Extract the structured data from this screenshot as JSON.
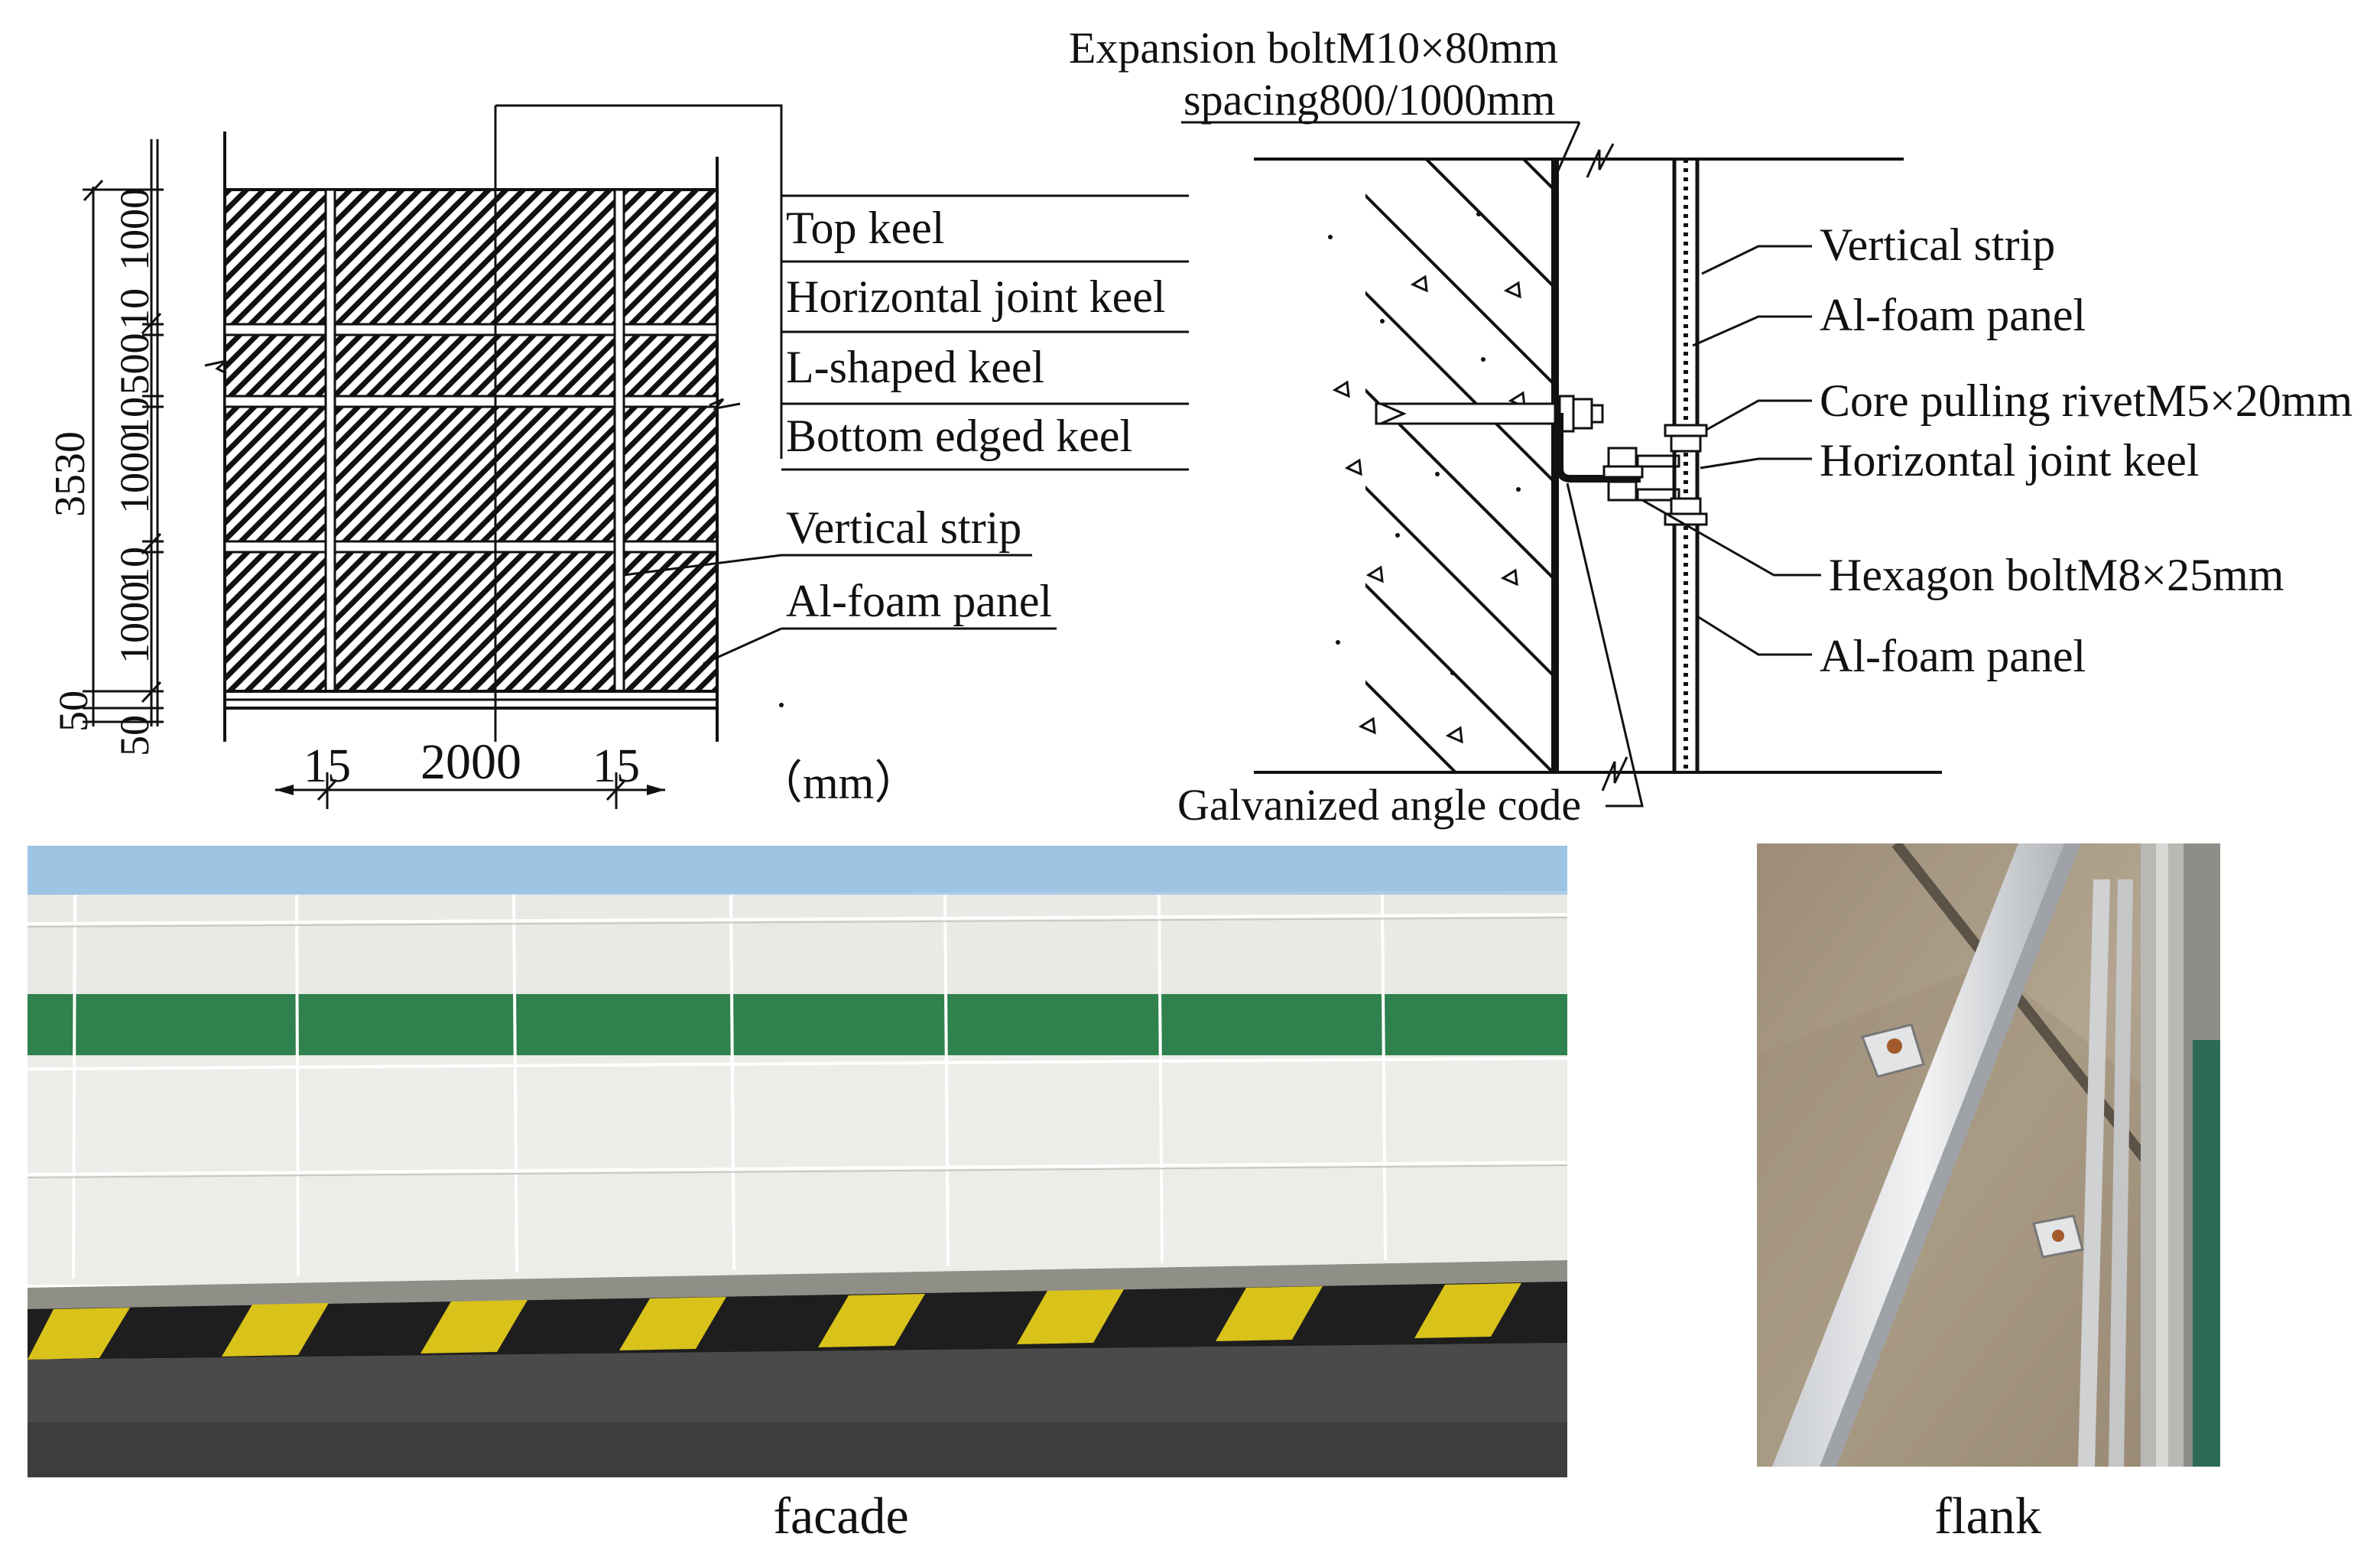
{
  "front_view": {
    "labels": {
      "top_keel": "Top keel",
      "horizontal_joint_keel": "Horizontal joint keel",
      "l_shaped_keel": "L-shaped keel",
      "bottom_edged_keel": "Bottom edged keel",
      "vertical_strip": "Vertical strip",
      "al_foam_panel": "Al-foam panel"
    },
    "dimensions": {
      "total_height": "3530",
      "left_stack": [
        "1000",
        "10",
        "500",
        "10",
        "1000",
        "10",
        "1000",
        "50",
        "50"
      ],
      "bottom": [
        "15",
        "2000",
        "15"
      ],
      "unit": "（mm）"
    }
  },
  "section_view": {
    "expansion_bolt": "Expansion boltM10×80mm",
    "spacing": "spacing800/1000mm",
    "galvanized_angle_code": "Galvanized angle code",
    "right_labels": [
      "Vertical strip",
      "Al-foam panel",
      "Core pulling rivetM5×20mm",
      "Horizontal joint keel",
      "Hexagon boltM8×25mm",
      "Al-foam panel"
    ]
  },
  "photos": {
    "facade_caption": "facade",
    "flank_caption": "flank"
  },
  "colors": {
    "line": "#111111",
    "band_green": "#0b6b2f",
    "panel_white": "#e6e6e1",
    "hazard_yellow": "#d9c21a",
    "hazard_black": "#1e1e1e",
    "road_gray": "#4a4a4a",
    "sky_blue": "#9ec4e3",
    "concrete": "#a89884"
  }
}
